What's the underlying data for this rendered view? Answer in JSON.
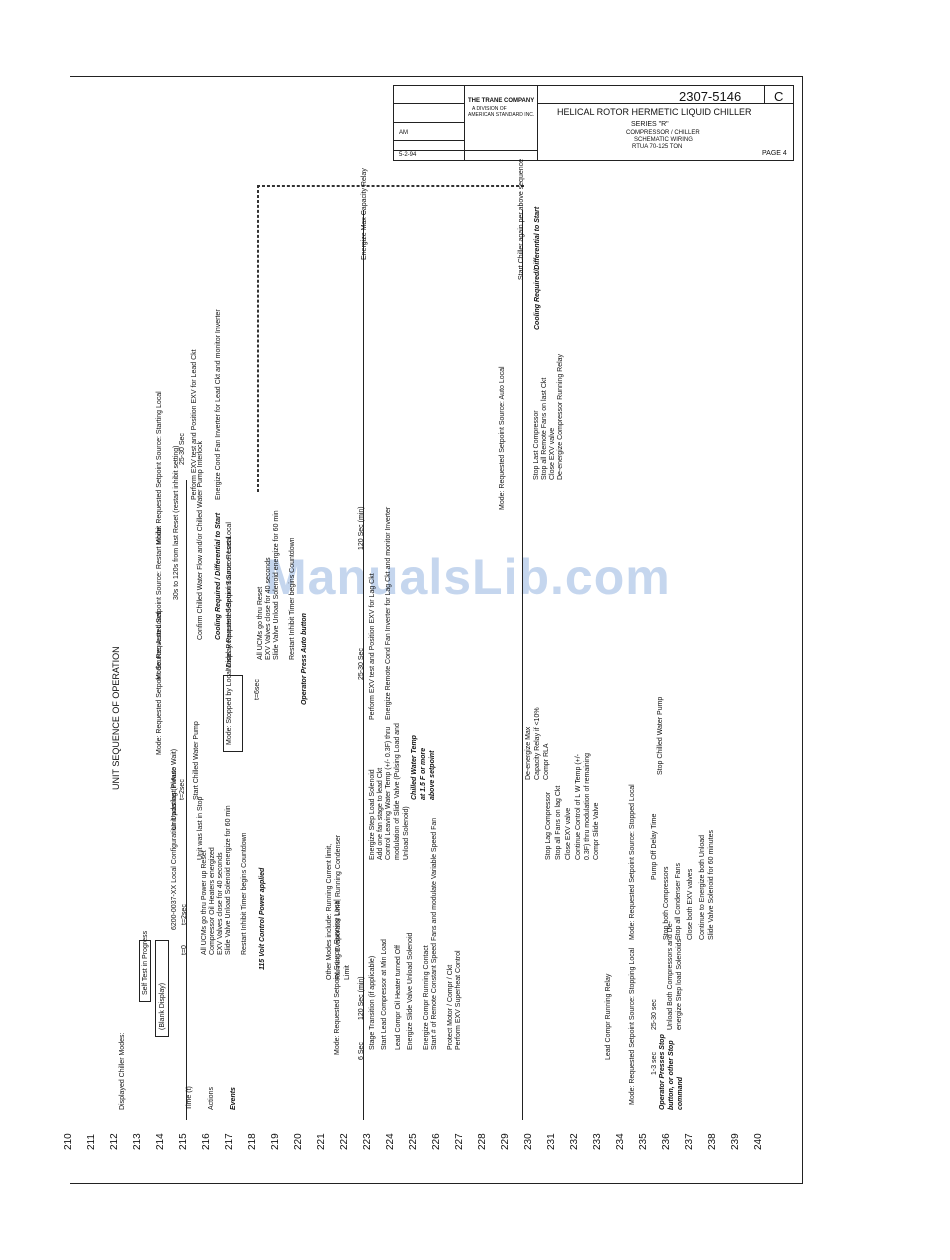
{
  "title_block": {
    "doc_number": "2307-5146",
    "revision": "C",
    "company": "THE TRANE COMPANY",
    "company_sub1": "A DIVISION OF",
    "company_sub2": "AMERICAN STANDARD INC.",
    "title": "HELICAL ROTOR HERMETIC LIQUID CHILLER",
    "series": "SERIES \"R\"",
    "subtitle1": "COMPRESSOR / CHILLER",
    "subtitle2": "SCHEMATIC WIRING",
    "subtitle3": "RTUA 70-125 TON",
    "drawn_by": "AM",
    "date": "5-2-94",
    "page": "PAGE 4"
  },
  "diagram_title": "UNIT SEQUENCE OF OPERATION",
  "watermark": "ManualsLib.com",
  "line_numbers": [
    "210",
    "211",
    "212",
    "213",
    "214",
    "215",
    "216",
    "217",
    "218",
    "219",
    "220",
    "221",
    "222",
    "223",
    "224",
    "225",
    "226",
    "227",
    "228",
    "229",
    "230",
    "231",
    "232",
    "233",
    "234",
    "235",
    "236",
    "237",
    "238",
    "239",
    "240"
  ],
  "legend": {
    "displayed_chiller_modes": "Displayed Chiller Modes:",
    "time": "Time (t)",
    "actions": "Actions",
    "events": "Events",
    "blank_display": "(Blank Display)",
    "self_test": "Self Test in Progress",
    "config": "6200-0037-XX Local Configuration Updating (Please Wait)"
  },
  "top_row": {
    "t0": "t=0",
    "t2sec": "t=2sec",
    "power_up": "All UCMs go thru Power up Reset",
    "oil_heaters": "Compressor Oil Heaters energized",
    "exv_close": "EXV Valves close for 40 seconds",
    "slide_valve": "Slide Valve Unload Solenoid energize for 60 min",
    "restart_inhibit": "Restart Inhibit Timer begins Countdown",
    "power_applied": "115 Volt Control Power applied",
    "unit_was_stop": "Unit was last in Stop",
    "unit_was_auto": "Unit was last in Auto",
    "mode_auto": "Mode: Requested Setpoint Source: Auto Local",
    "t_2sec": "t=2sec",
    "start_pump": "Start Chilled Water Pump",
    "mode_restart": "Mode: Requested Setpoint Source: Restart Inhibit",
    "restart_range": "30s to 120s from last Reset (restart inhibit setting)",
    "confirm_flow": "Confirm Chilled Water Flow and/or Chilled Water Pump Interlock",
    "cooling_req": "Cooling Required / Differential to Start",
    "mode_starting": "Mode: Requested Setpoint Source: Starting Local",
    "sec_25_30": "25-30 Sec",
    "perform_exv": "Perform EXV test and Position EXV for Lead Ckt",
    "energize_cond": "Energize Cond Fan Inverter for Lead Ckt and monitor Inverter",
    "stopped_local": "Mode: Stopped by Local Display Requested Setpoint Source: Local",
    "t_6sec": "t=6sec",
    "reset_local": "Mode: Requested Setpoint Source: Reset Local",
    "ucms_reset": "All UCMs go thru Reset",
    "exv_40": "EXV Valves close for 40 seconds",
    "slide_60": "Slide Valve Unload Solenoid energize for 60 min",
    "restart_inhibit2": "Restart Inhibit Timer begins Countdown",
    "operator_press": "Operator Press Auto button"
  },
  "middle_row": {
    "other_modes": "Other Modes include: Running Current limit, Running Evaporator Limit, Running Condenser Limit",
    "mode_running": "Mode: Requested Setpoint Source: Running Local",
    "sec6": "6 Sec",
    "sec120": "120 Sec (min)",
    "stage_trans": "Stage Transition (if applicable)",
    "start_lead": "Start Lead Compressor at Min Load",
    "lead_heater": "Lead Compr Oil Heater turned Off",
    "energize_slide": "Energize Slide Valve Unload Solenoid",
    "energize_comp": "Energize Compr Running Contact",
    "start_ckt": "Start # of Remote Constant Speed Fans and modulate Variable Speed Fan",
    "protect": "Protect Motor / Compr / Ckt",
    "perform_sh": "Perform EXV Superheat Control",
    "energize_step": "Energize Step Load Solenoid",
    "add_fan": "Add one fan stage to lead Ckt",
    "control_leaving": "Control Leaving Water Temp (+/- 0.3F) thru modulation of Slide Valve (Pulsing Load and Unload Solenoid)",
    "chw_temp": "Chilled Water Temp at 1.5 F or more above setpoint",
    "sec25_30": "25-30 Sec",
    "perform_exv_lag": "Perform EXV test and Position EXV for Lag Ckt",
    "energize_remote": "Energize Remote Cond Fan Inverter for Lag Ckt and monitor Inverter",
    "sec120b": "120 Sec (min)",
    "energize_cap": "Energize Max Capacity Relay",
    "start_chiller": "Start Chiller again per above sequence",
    "cooling_req2": "Cooling Required/Differential to Start"
  },
  "bottom_row": {
    "mode_stopping": "Mode: Requested Setpoint Source: Stopping Local",
    "sec1_3": "1-3 sec",
    "sec25_30": "25-30 sec",
    "unload_both": "Unload Both Compressors and De-energize Step load Solenoids",
    "operator_stop": "Operator Presses Stop button, or other Stop command",
    "mode_stopped": "Mode: Requested Setpoint Source: Stopped Local",
    "pump_off": "Pump Off Delay Time",
    "stop_both": "Stop both Compressors",
    "stop_fans": "Stop all Condenser Fans",
    "close_exv": "Close both EXV valves",
    "continue_unload": "Continue to Energize both Unload Slide Valve Solenoid for 60 minutes",
    "stop_pump": "Stop Chilled Water Pump",
    "de_energize_max": "De-energize Max Capacity Relay if <10% Compr RLA",
    "stop_lag": "Stop Lag Compressor",
    "stop_fan_lag": "Stop all Fans on lag Ckt",
    "close_exv2": "Close EXV valve",
    "continue_control": "Continue Control of L W Temp (+/- 0.3F) thru modulation of remaining Compr Slide Valve",
    "lead_stop": "Lead Compr Running Relay",
    "mode_auto_local": "Mode: Requested Setpoint Source: Auto Local",
    "stop_last": "Stop Last Compressor",
    "stop_all_remote": "Stop all Remote Fans on last Ckt",
    "close_exv_last": "Close EXV valve",
    "deenergize_run": "De-energize Compressor Running Relay"
  }
}
